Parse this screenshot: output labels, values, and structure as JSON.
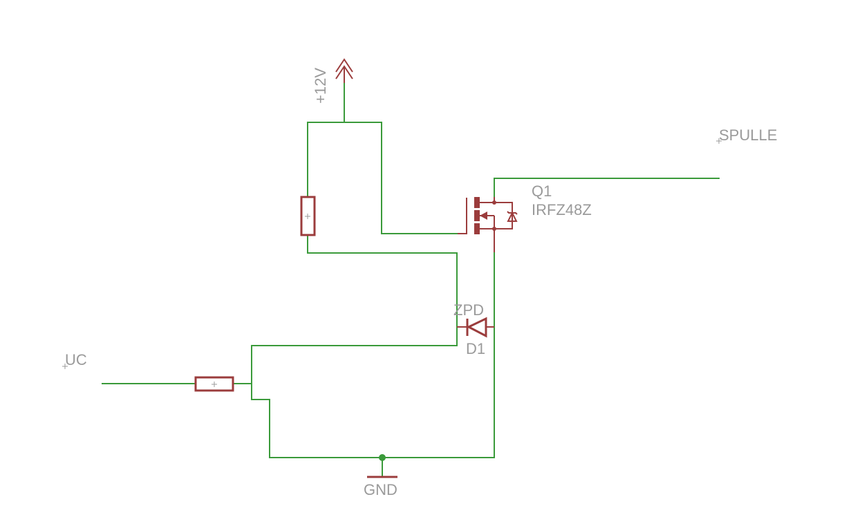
{
  "labels": {
    "supply": "+12V",
    "output": "SPULLE",
    "input": "UC",
    "ground": "GND",
    "q1_name": "Q1",
    "q1_value": "IRFZ48Z",
    "d1_value": "ZPD",
    "d1_name": "D1"
  },
  "colors": {
    "wire": "#3a9a3a",
    "symbol": "#9b3c3c",
    "label": "#9a9a9a",
    "junction": "#3a9a3a"
  }
}
